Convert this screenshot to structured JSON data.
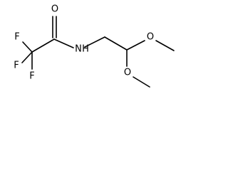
{
  "molecule": {
    "atoms": {
      "o_carbonyl": "O",
      "n_amide": "N",
      "h_amide": "H",
      "f_top": "F",
      "f_left": "F",
      "f_bottom": "F",
      "o_methoxy_upper": "O",
      "o_methoxy_lower": "O"
    }
  }
}
